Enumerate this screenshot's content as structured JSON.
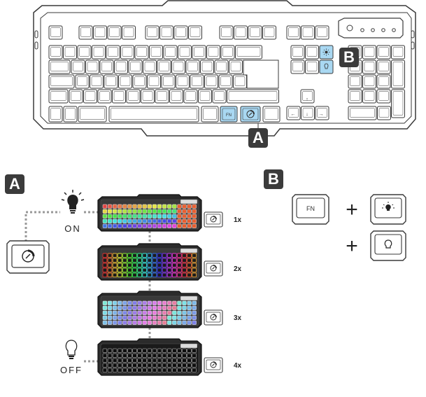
{
  "title": "",
  "callouts": {
    "a_label": "A",
    "b_label": "B"
  },
  "main_keyboard": {
    "fn_key_label": "FN",
    "highlight_color": "#a9d8f2",
    "icons": [
      "light-effect-icon",
      "brightness-icon",
      "bulb-icon"
    ]
  },
  "section_a": {
    "on_label": "ON",
    "off_label": "OFF",
    "button_icon": "light-effect-icon",
    "steps": [
      {
        "count": "1x",
        "style": "rainbow-rows"
      },
      {
        "count": "2x",
        "style": "rainbow-dark-keys"
      },
      {
        "count": "3x",
        "style": "pastel-gradient"
      },
      {
        "count": "4x",
        "style": "off"
      }
    ]
  },
  "section_b": {
    "fn_label": "FN",
    "plus_symbol": "+",
    "combos": [
      {
        "icon": "brightness-icon"
      },
      {
        "icon": "bulb-icon"
      }
    ]
  },
  "colors": {
    "stroke": "#3a3a3a",
    "tag_bg": "#3b3b3b",
    "dotted_line": "#999999"
  }
}
